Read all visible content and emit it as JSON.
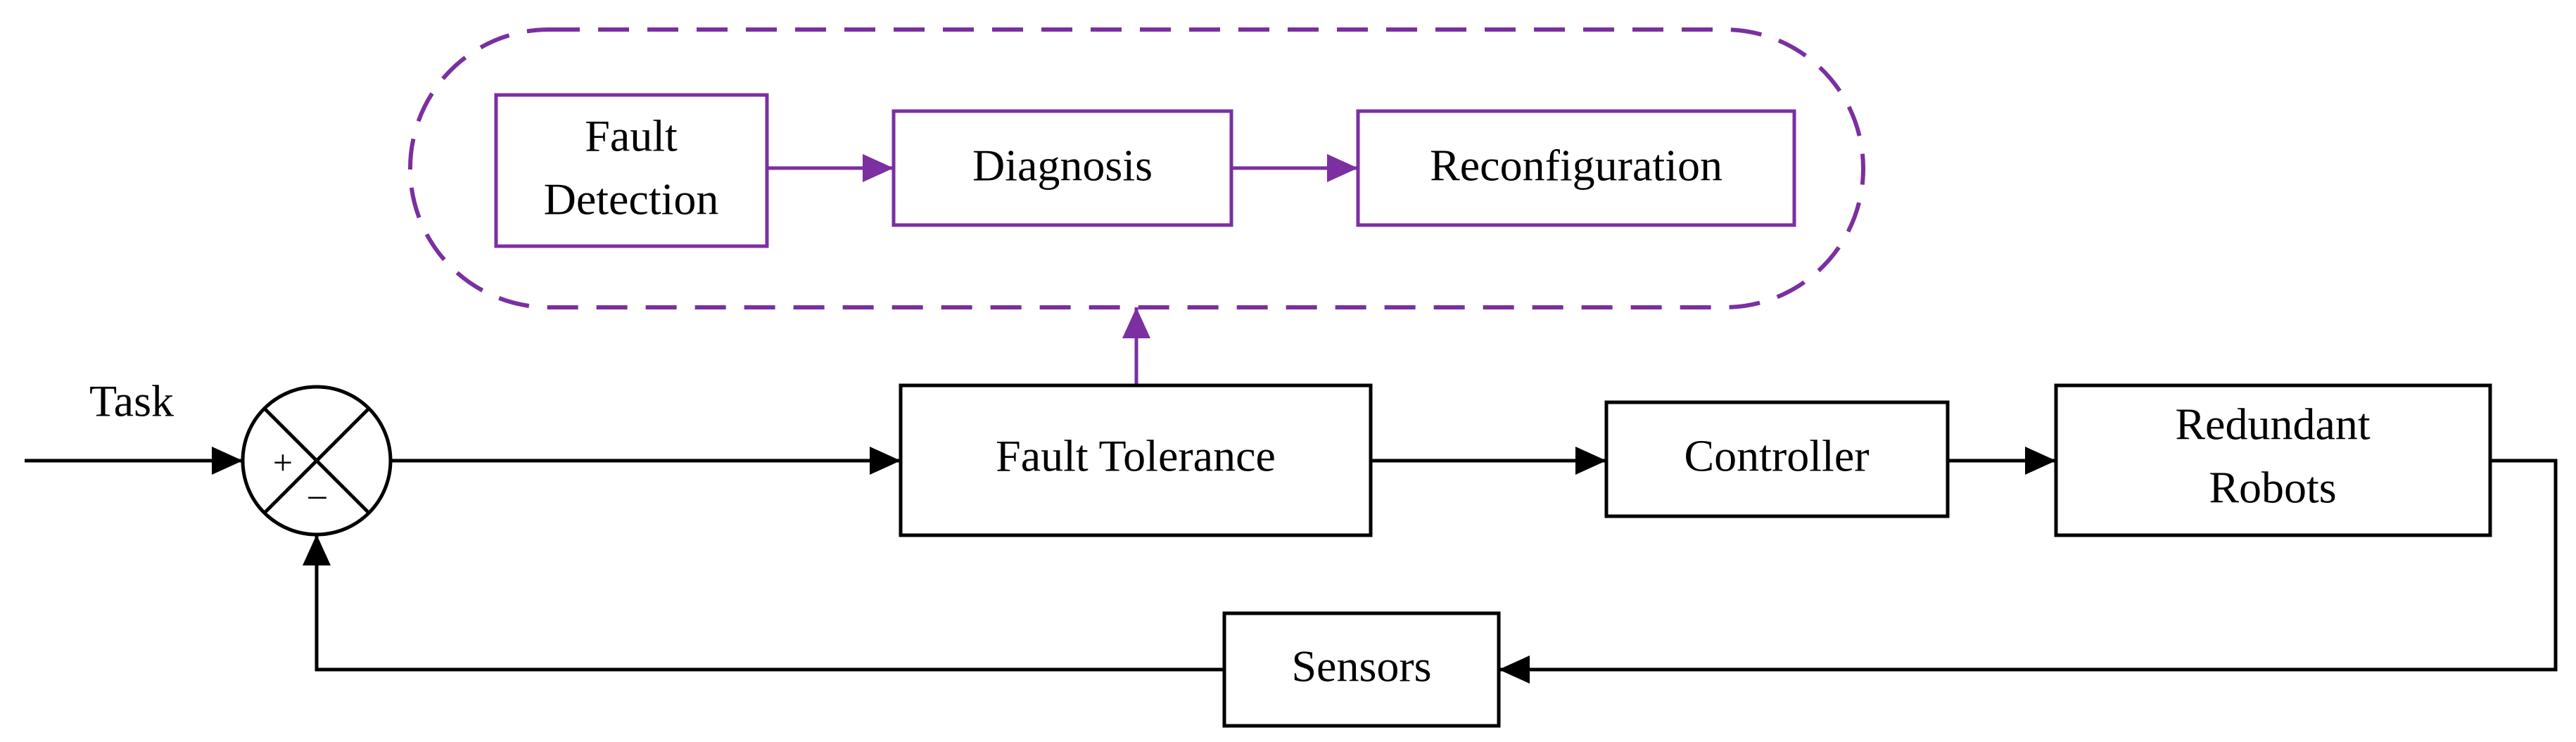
{
  "colors": {
    "main": "#000000",
    "accent": "#7b2fa0"
  },
  "input": {
    "label": "Task"
  },
  "summing": {
    "plus": "+",
    "minus": "–"
  },
  "fault_group": {
    "detection": {
      "line1": "Fault",
      "line2": "Detection"
    },
    "diagnosis": "Diagnosis",
    "reconfiguration": "Reconfiguration"
  },
  "blocks": {
    "fault_tolerance": "Fault Tolerance",
    "controller": "Controller",
    "robots": {
      "line1": "Redundant",
      "line2": "Robots"
    },
    "sensors": "Sensors"
  }
}
